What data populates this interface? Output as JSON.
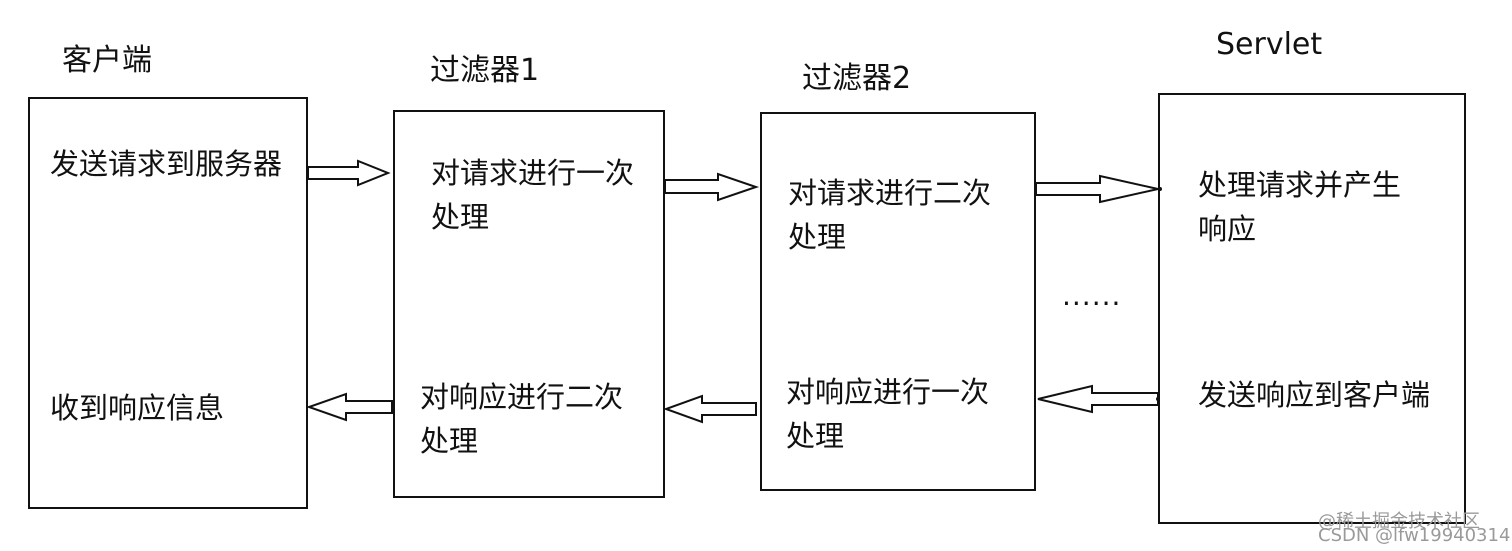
{
  "lanes": {
    "client": {
      "title": "客户端",
      "send_request": "发送请求到服务器",
      "receive_response": "收到响应信息"
    },
    "filter1": {
      "title": "过滤器1",
      "request_line1": "对请求进行一次",
      "request_line2": "处理",
      "response_line1": "对响应进行二次",
      "response_line2": "处理"
    },
    "filter2": {
      "title": "过滤器2",
      "request_line1": "对请求进行二次",
      "request_line2": "处理",
      "response_line1": "对响应进行一次",
      "response_line2": "处理"
    },
    "servlet": {
      "title": "Servlet",
      "process_line1": "处理请求并产生",
      "process_line2": "响应",
      "send_response": "发送响应到客户端"
    }
  },
  "ellipsis": "......",
  "watermark": {
    "line1": "@稀土掘金技术社区",
    "line2": "CSDN @lfw19940314"
  }
}
